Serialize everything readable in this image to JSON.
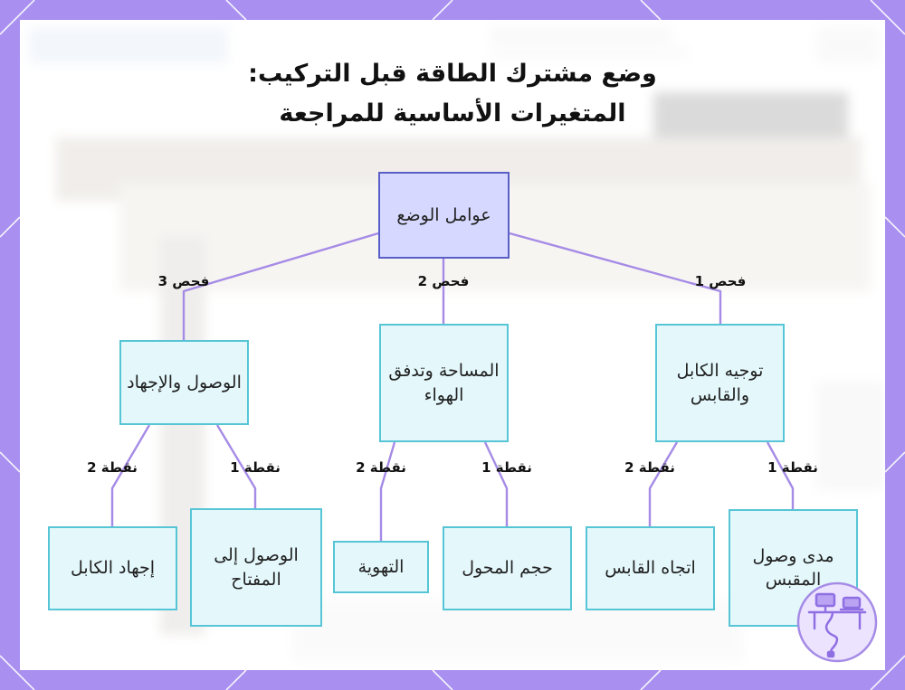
{
  "title_lines": [
    "وضع مشترك الطاقة قبل التركيب:",
    "المتغيرات الأساسية للمراجعة"
  ],
  "nodes": {
    "root": "عوامل الوضع",
    "cable_orientation": "توجيه الكابل والقابس",
    "space_airflow": "المساحة وتدفق الهواء",
    "access_strain": "الوصول والإجهاد",
    "plug_reach": "مدى وصول المقبس",
    "plug_direction": "اتجاه القابس",
    "adapter_size": "حجم المحول",
    "ventilation": "التهوية",
    "switch_access": "الوصول إلى المفتاح",
    "cable_strain": "إجهاد الكابل"
  },
  "edge_labels": {
    "check_1": "فحص 1",
    "check_2": "فحص 2",
    "check_3": "فحص 3",
    "point_1": "نقطة 1",
    "point_2": "نقطة 2"
  },
  "colors": {
    "frame": "#a98fef",
    "edge": "#a58be6",
    "root_fill": "#d6d8ff",
    "root_border": "#5a5fc8",
    "node_fill": "#e4f8fc",
    "node_border": "#56c5d6"
  },
  "icons": {
    "corner_logo": "workstation-cable-icon"
  }
}
